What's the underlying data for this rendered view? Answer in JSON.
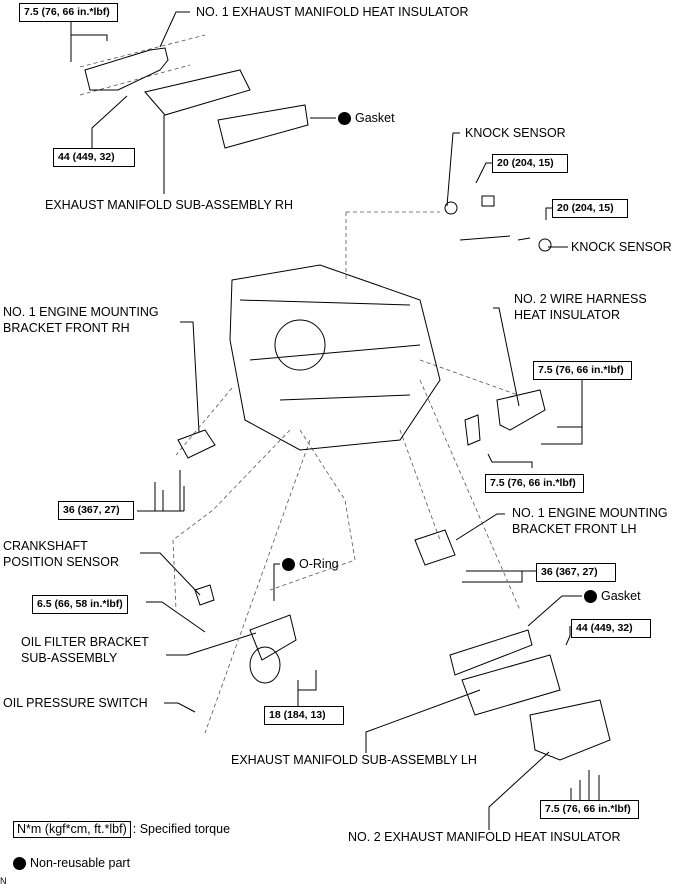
{
  "diagram": {
    "parts": [
      {
        "id": "no1-exhaust-manifold-heat-insulator-rh",
        "label": "NO. 1 EXHAUST MANIFOLD HEAT INSULATOR"
      },
      {
        "id": "exhaust-manifold-sub-assembly-rh",
        "label": "EXHAUST MANIFOLD SUB-ASSEMBLY RH"
      },
      {
        "id": "knock-sensor-1",
        "label": "KNOCK SENSOR"
      },
      {
        "id": "knock-sensor-2",
        "label": "KNOCK SENSOR"
      },
      {
        "id": "no1-engine-mounting-bracket-front-rh",
        "line1": "NO. 1 ENGINE MOUNTING",
        "line2": "BRACKET FRONT RH"
      },
      {
        "id": "no2-wire-harness-heat-insulator",
        "line1": "NO. 2 WIRE HARNESS",
        "line2": "HEAT INSULATOR"
      },
      {
        "id": "no1-engine-mounting-bracket-front-lh",
        "line1": "NO. 1 ENGINE MOUNTING",
        "line2": "BRACKET FRONT LH"
      },
      {
        "id": "crankshaft-position-sensor",
        "line1": "CRANKSHAFT",
        "line2": "POSITION SENSOR"
      },
      {
        "id": "oil-filter-bracket-sub-assembly",
        "line1": "OIL FILTER BRACKET",
        "line2": "SUB-ASSEMBLY"
      },
      {
        "id": "oil-pressure-switch",
        "label": "OIL PRESSURE SWITCH"
      },
      {
        "id": "exhaust-manifold-sub-assembly-lh",
        "label": "EXHAUST MANIFOLD SUB-ASSEMBLY LH"
      },
      {
        "id": "no2-exhaust-manifold-heat-insulator",
        "label": "NO. 2 EXHAUST MANIFOLD HEAT INSULATOR"
      }
    ],
    "non_reusable": [
      {
        "id": "gasket-rh",
        "label": "Gasket"
      },
      {
        "id": "o-ring",
        "label": "O-Ring"
      },
      {
        "id": "gasket-lh",
        "label": "Gasket"
      }
    ],
    "torques": [
      {
        "id": "tq-insulator-rh",
        "value": "7.5 (76, 66 in.*lbf)"
      },
      {
        "id": "tq-manifold-rh",
        "value": "44 (449, 32)"
      },
      {
        "id": "tq-knock-1",
        "value": "20 (204, 15)"
      },
      {
        "id": "tq-knock-2",
        "value": "20 (204, 15)"
      },
      {
        "id": "tq-harness-insulator",
        "value": "7.5 (76, 66 in.*lbf)"
      },
      {
        "id": "tq-harness-clamp",
        "value": "7.5 (76, 66 in.*lbf)"
      },
      {
        "id": "tq-bracket-rh",
        "value": "36 (367, 27)"
      },
      {
        "id": "tq-bracket-lh",
        "value": "36 (367, 27)"
      },
      {
        "id": "tq-crank-sensor",
        "value": "6.5 (66, 58 in.*lbf)"
      },
      {
        "id": "tq-manifold-lh",
        "value": "44 (449, 32)"
      },
      {
        "id": "tq-oil-filter",
        "value": "18 (184, 13)"
      },
      {
        "id": "tq-insulator-lh",
        "value": "7.5 (76, 66 in.*lbf)"
      }
    ]
  },
  "legend": {
    "torque_unit": "N*m (kgf*cm, ft.*lbf)",
    "torque_desc": ": Specified torque",
    "non_reusable": "Non-reusable part"
  },
  "corner_mark": "N"
}
